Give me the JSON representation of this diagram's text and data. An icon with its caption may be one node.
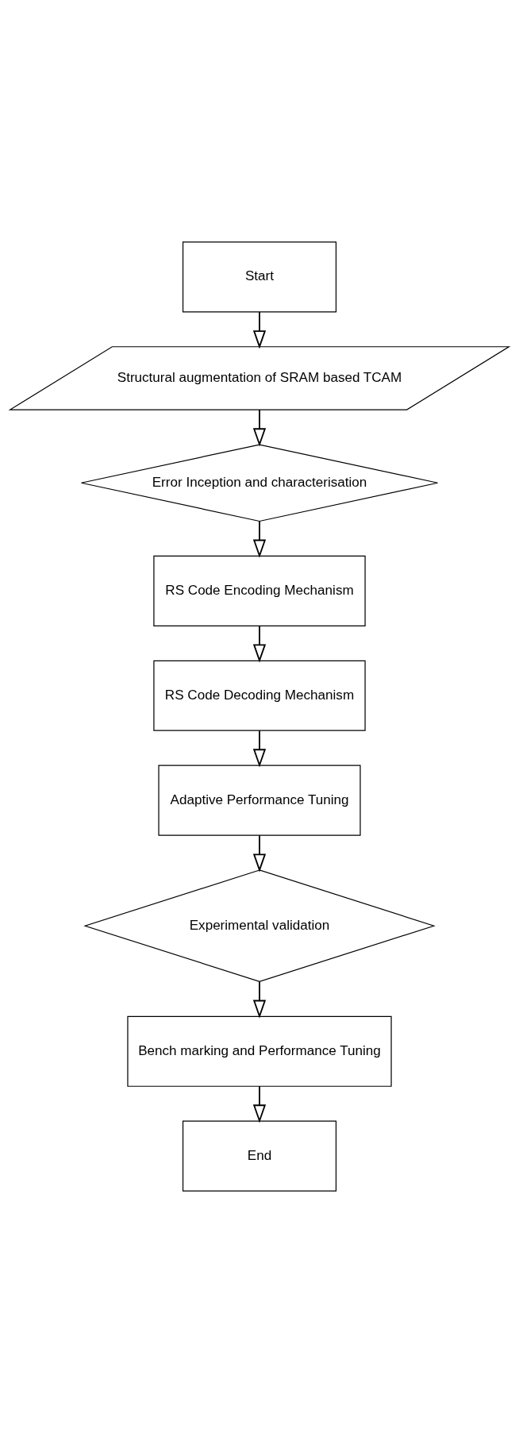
{
  "diagram": {
    "nodes": [
      {
        "text": [
          "Start"
        ]
      },
      {
        "text": [
          "Structural augmentation of SRAM based TCAM"
        ]
      },
      {
        "text": [
          "Error Inception and characterisation"
        ]
      },
      {
        "text": [
          "RS Code Encoding Mechanism"
        ]
      },
      {
        "text": [
          "RS Code Decoding Mechanism"
        ]
      },
      {
        "text": [
          "Adaptive Performance Tuning"
        ]
      },
      {
        "text": [
          "Experimental validation"
        ]
      },
      {
        "text": [
          "Bench marking and Performance Tuning"
        ]
      },
      {
        "text": [
          "End"
        ]
      }
    ],
    "edges": [
      {
        "from": 0,
        "to": 1,
        "arrow": "to"
      },
      {
        "from": 1,
        "to": 2,
        "arrow": "to"
      },
      {
        "from": 2,
        "to": 3,
        "arrow": "to"
      },
      {
        "from": 3,
        "to": 4,
        "arrow": "to"
      },
      {
        "from": 4,
        "to": 5,
        "arrow": "to"
      },
      {
        "from": 5,
        "to": 6,
        "arrow": "to"
      },
      {
        "from": 6,
        "to": 7,
        "arrow": "to"
      },
      {
        "from": 7,
        "to": 8,
        "arrow": "to"
      }
    ]
  }
}
